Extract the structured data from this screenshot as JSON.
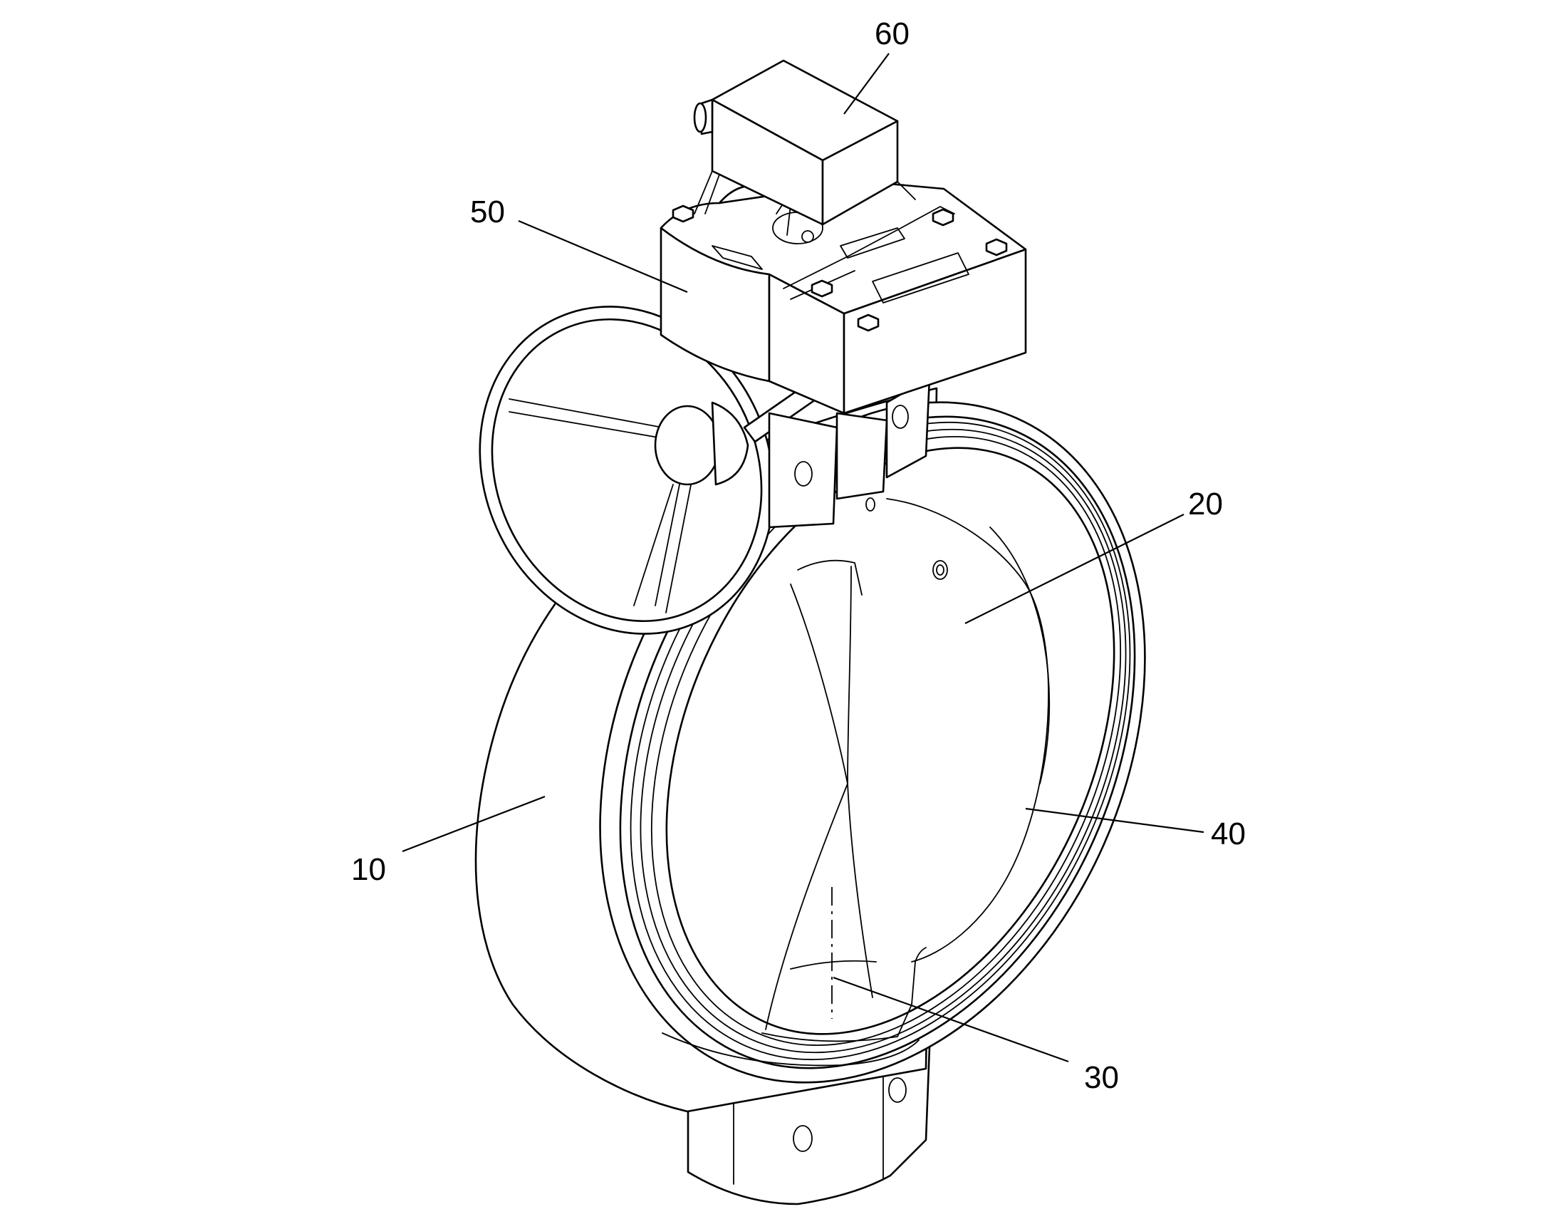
{
  "labels": {
    "body": "10",
    "disc": "20",
    "axis": "30",
    "seat": "40",
    "gearbox": "50",
    "position_indicator": "60"
  }
}
